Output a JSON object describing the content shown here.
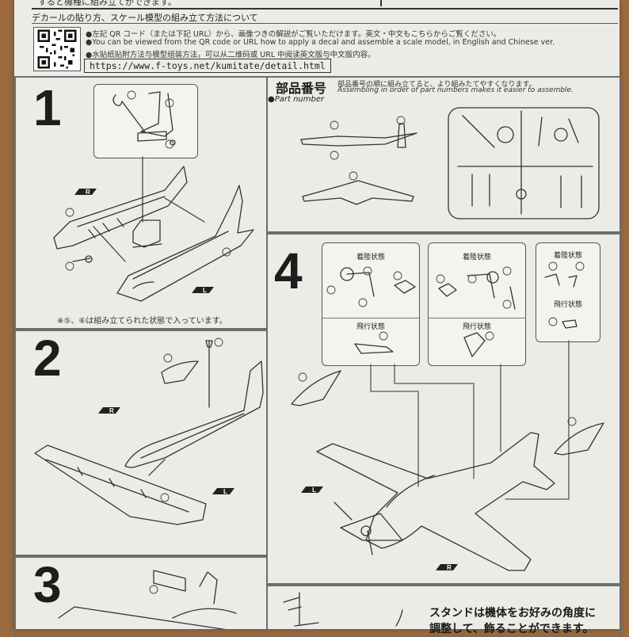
{
  "header": {
    "partial_line": "すると機種に組み立てができます。",
    "title": "デカールの貼り方、スケール模型の組み立て方法について",
    "line_jp": "●左記 QR コード（または下記 URL）から、画像つきの解説がご覧いただけます。英文・中文もこちらからご覧ください。",
    "line_en": "●You can be viewed from the QR code or URL how to apply a decal and assemble a scale model, in English and Chinese ver.",
    "line_cn": "●水贴纸贴附方法与模型组装方法，可以从二维码或 URL 中阅读英文版与中文版内容。",
    "url": "https://www.f-toys.net/kumitate/detail.html"
  },
  "step1": {
    "number": "1",
    "note": "※⑤、⑥は組み立てられた状態で入っています。",
    "marker_r": "R",
    "marker_l": "L"
  },
  "step2": {
    "number": "2",
    "marker_r": "R",
    "marker_l": "L"
  },
  "step3": {
    "number": "3"
  },
  "parts": {
    "title": "部品番号",
    "subtitle": "●Part number",
    "desc_jp": "部品番号の順に組み立てると、より組みたてやすくなります。",
    "desc_en": "Assembling in order of part numbers makes it easier to assemble."
  },
  "step4": {
    "number": "4",
    "box_a": {
      "title_top": "着陸状態",
      "title_bottom": "飛行状態"
    },
    "box_b": {
      "title_top": "着陸状態",
      "title_bottom": "飛行状態"
    },
    "box_c": {
      "title_top": "着陸状態",
      "title_bottom": "飛行状態"
    },
    "marker_l": "L",
    "marker_r": "R"
  },
  "stand": {
    "line1": "スタンドは機体をお好みの角度に",
    "line2": "調整して、飾ることができます。"
  }
}
